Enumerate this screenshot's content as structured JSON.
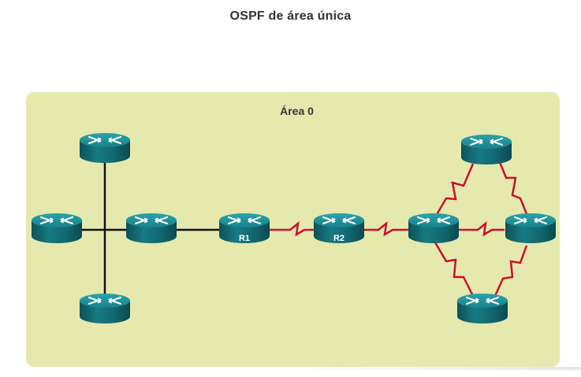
{
  "title": "OSPF de área única",
  "area": {
    "label": "Área 0",
    "color": "#e5e9ae"
  },
  "routers": [
    {
      "id": "r-top-left",
      "label": ""
    },
    {
      "id": "r-left",
      "label": ""
    },
    {
      "id": "r-center-left",
      "label": ""
    },
    {
      "id": "r-bottom-left",
      "label": ""
    },
    {
      "id": "r1",
      "label": "R1"
    },
    {
      "id": "r2",
      "label": "R2"
    },
    {
      "id": "r-hub",
      "label": ""
    },
    {
      "id": "r-top-right",
      "label": ""
    },
    {
      "id": "r-right",
      "label": ""
    },
    {
      "id": "r-bottom-right",
      "label": ""
    }
  ],
  "link_colors": {
    "ethernet": "#111111",
    "serial": "#c8102e"
  },
  "router_colors": {
    "top": "#1f8e96",
    "side": "#0f5f67",
    "arrow": "#ffffff"
  }
}
